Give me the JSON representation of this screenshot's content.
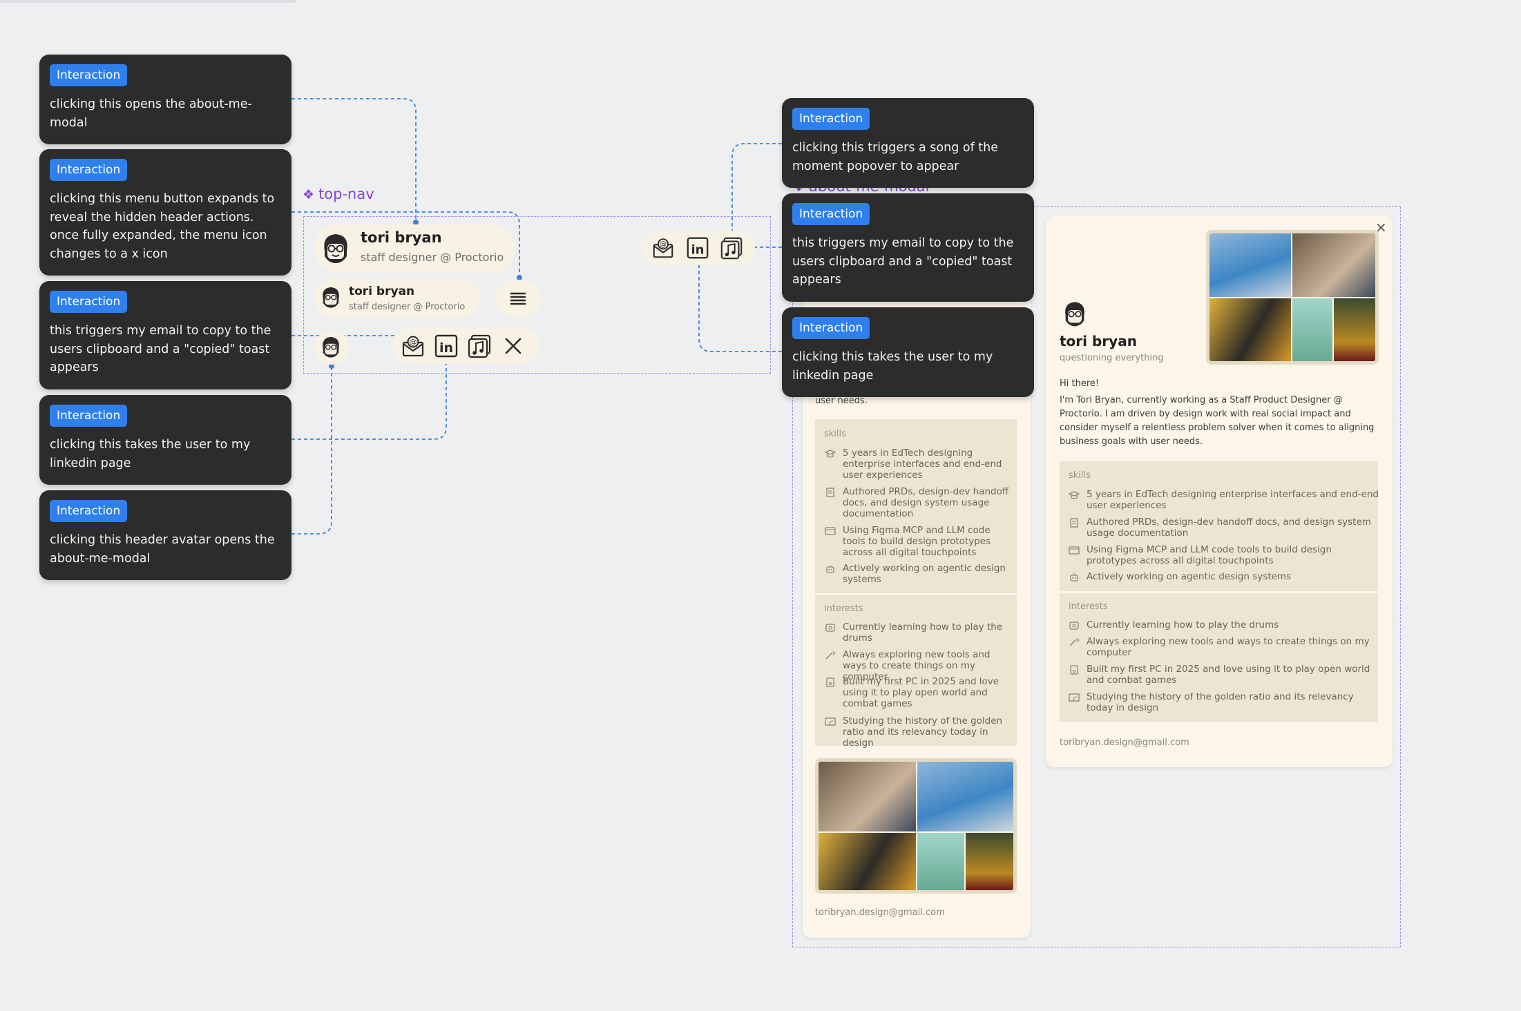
{
  "annotations": {
    "tag": "Interaction",
    "left": [
      {
        "text": "clicking this opens the about-me-modal"
      },
      {
        "text": "clicking this menu button expands to reveal the hidden header actions. once fully expanded, the menu icon changes to a x icon"
      },
      {
        "text": "this triggers my email to copy to the users clipboard and a \"copied\" toast appears"
      },
      {
        "text": "clicking this takes the user to my linkedin page"
      },
      {
        "text": "clicking this header avatar opens the about-me-modal"
      }
    ],
    "right": [
      {
        "text": "clicking this triggers a song of the moment popover to appear"
      },
      {
        "text": "this triggers my email to copy to the users clipboard and a \"copied\" toast appears"
      },
      {
        "text": "clicking this takes the user to my linkedin page"
      }
    ]
  },
  "frames": {
    "top_nav_label": "top-nav",
    "about_modal_label": "about-me-modal"
  },
  "nav": {
    "name": "tori bryan",
    "role": "staff designer @ Proctorio"
  },
  "modal": {
    "name": "tori bryan",
    "tagline": "questioning everything",
    "greeting": "Hi there!",
    "intro": "I'm Tori Bryan, currently working as a Staff Product Designer @ Proctorio. I am driven by design work with real social impact and consider myself a relentless problem solver when it comes to aligning business goals with user needs.",
    "intro_tail": "user needs.",
    "skills_title": "skills",
    "skills": [
      {
        "icon": "graduation-cap-icon",
        "text": "5 years in EdTech designing enterprise interfaces and end-end user experiences"
      },
      {
        "icon": "document-icon",
        "text": "Authored PRDs, design-dev handoff docs, and design system usage documentation"
      },
      {
        "icon": "browser-window-icon",
        "text": "Using Figma MCP and LLM code tools to build design prototypes across all digital touchpoints"
      },
      {
        "icon": "robot-icon",
        "text": "Actively working on agentic design systems"
      }
    ],
    "interests_title": "interests",
    "interests": [
      {
        "icon": "drum-icon",
        "text": "Currently learning how to play the drums"
      },
      {
        "icon": "magic-wand-icon",
        "text": "Always exploring new tools and ways to create things on my computer"
      },
      {
        "icon": "pc-tower-icon",
        "text": "Built my first PC in 2025 and love using it to play open world and combat games"
      },
      {
        "icon": "golden-ratio-icon",
        "text": "Studying the history of the golden ratio and its relevancy today in design"
      }
    ],
    "email": "toribryan.design@gmail.com",
    "close_glyph": "×"
  }
}
